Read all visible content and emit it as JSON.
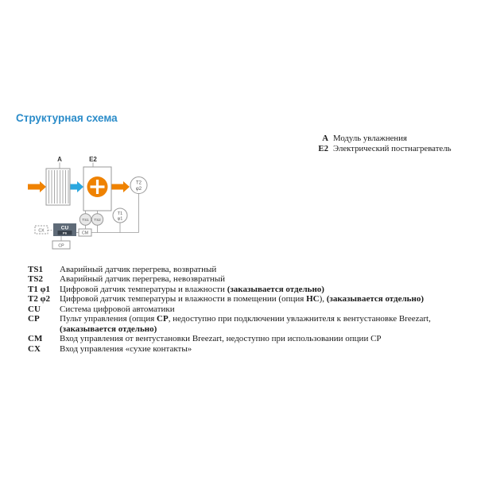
{
  "title": "Структурная схема",
  "legend": [
    {
      "key": "A",
      "text": "Модуль увлажнения"
    },
    {
      "key": "E2",
      "text": "Электрический постнагреватель"
    }
  ],
  "diagram": {
    "label_a": "A",
    "label_e2": "E2",
    "sensor_t2_line1": "T2",
    "sensor_t2_line2": "φ2",
    "sensor_ts1": "TS1",
    "sensor_ts2": "TS2",
    "sensor_t1_line1": "T1",
    "sensor_t1_line2": "φ1",
    "cu_label": "CU",
    "cu_sub_label": "P6",
    "cm_label": "CM",
    "cx_label": "CX",
    "cp_label": "CP",
    "colors": {
      "airflow_orange": "#ef8200",
      "airflow_blue": "#2ba7df",
      "outline_gray": "#999999",
      "cu_fill": "#5f6b78",
      "title_blue": "#2b8cc9"
    }
  },
  "abbreviations": [
    {
      "key": "TS1",
      "segments": [
        {
          "text": "Аварийный датчик перегрева, возвратный"
        }
      ]
    },
    {
      "key": "TS2",
      "segments": [
        {
          "text": "Аварийный датчик перегрева, невозвратный"
        }
      ]
    },
    {
      "key": "T1 φ1",
      "segments": [
        {
          "text": "Цифровой датчик температуры и влажности "
        },
        {
          "text": "(заказывается отдельно)",
          "bold": true
        }
      ]
    },
    {
      "key": "T2 φ2",
      "segments": [
        {
          "text": "Цифровой датчик температуры и влажности в помещении (опция "
        },
        {
          "text": "НС",
          "bold": true
        },
        {
          "text": "), "
        },
        {
          "text": "(заказывается отдельно)",
          "bold": true
        }
      ]
    },
    {
      "key": "CU",
      "segments": [
        {
          "text": "Система цифровой автоматики"
        }
      ]
    },
    {
      "key": "CP",
      "segments": [
        {
          "text": "Пульт управления (опция "
        },
        {
          "text": "CP",
          "bold": true
        },
        {
          "text": ", недоступно при подключении увлажнителя к вентустановке Breezart,"
        },
        {
          "br": true
        },
        {
          "text": "(заказывается отдельно)",
          "bold": true
        }
      ]
    },
    {
      "key": "CM",
      "segments": [
        {
          "text": "Вход управления от вентустановки Breezart, недоступно при использовании опции CP"
        }
      ]
    },
    {
      "key": "CX",
      "segments": [
        {
          "text": "Вход управления «сухие контакты»"
        }
      ]
    }
  ]
}
